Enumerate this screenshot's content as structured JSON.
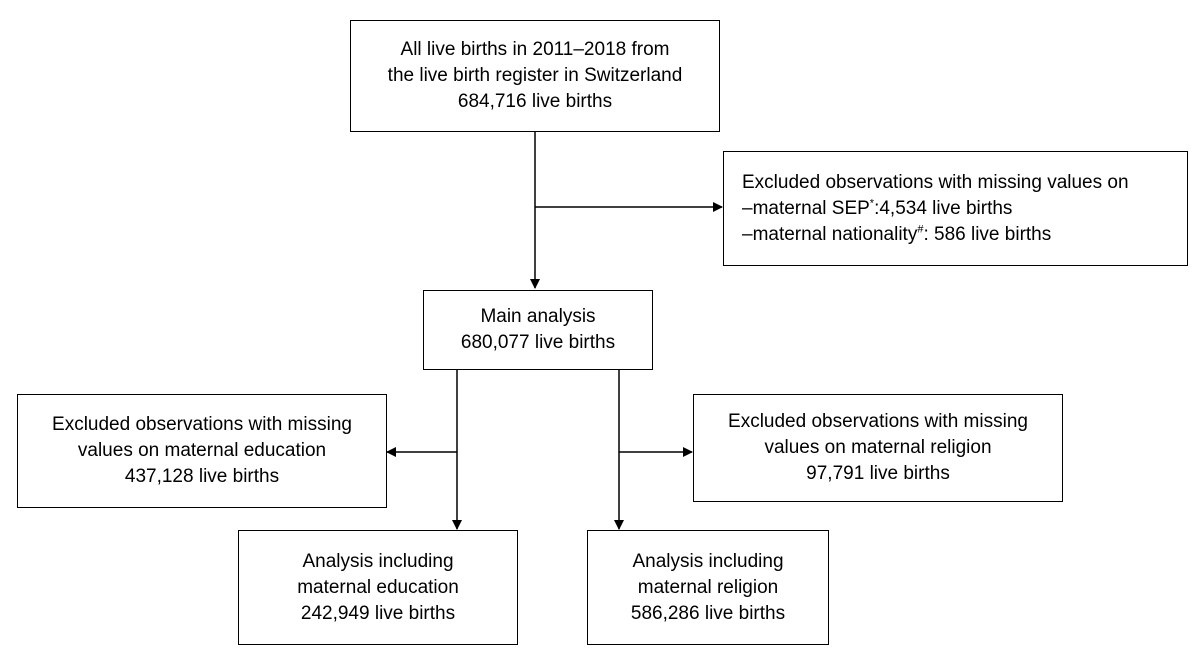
{
  "boxes": {
    "all_births": {
      "line1": "All live births in 2011–2018 from",
      "line2": "the live birth register in Switzerland",
      "line3": "684,716 live births"
    },
    "excluded_sep": {
      "line1": "Excluded observations with missing values on",
      "line2_prefix": "–maternal SEP",
      "line2_mark": "*",
      "line2_suffix": ":4,534 live births",
      "line3_prefix": "–maternal nationality",
      "line3_mark": "#",
      "line3_suffix": ": 586 live births"
    },
    "main_analysis": {
      "line1": "Main analysis",
      "line2": "680,077 live births"
    },
    "excluded_education": {
      "line1": "Excluded observations with missing",
      "line2": "values on maternal education",
      "line3": "437,128 live births"
    },
    "excluded_religion": {
      "line1": "Excluded observations with missing",
      "line2": "values on maternal religion",
      "line3": "97,791 live births"
    },
    "analysis_education": {
      "line1": "Analysis including",
      "line2": "maternal education",
      "line3": "242,949 live births"
    },
    "analysis_religion": {
      "line1": "Analysis including",
      "line2": "maternal religion",
      "line3": "586,286 live births"
    }
  }
}
